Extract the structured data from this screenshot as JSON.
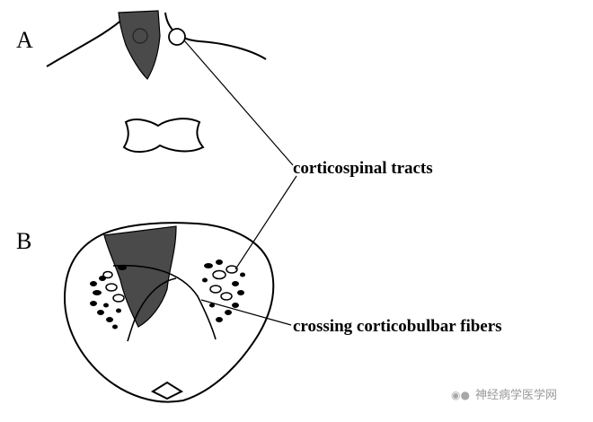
{
  "panels": {
    "a_label": "A",
    "b_label": "B"
  },
  "callouts": {
    "corticospinal": "corticospinal tracts",
    "corticobulbar": "crossing corticobulbar fibers"
  },
  "watermark": {
    "icon": "wechat-icon",
    "text": "神经病学医学网"
  },
  "colors": {
    "lesion_fill": "#4a4a4a",
    "line": "#000000",
    "background": "#ffffff"
  }
}
